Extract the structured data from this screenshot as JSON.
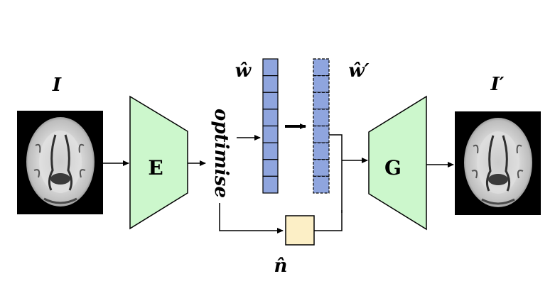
{
  "labels": {
    "input_image": "I",
    "output_image": "I′",
    "latent_w": "ŵ",
    "latent_w_prime": "ŵ′",
    "noise": "n̂",
    "optimise": "optimise"
  },
  "blocks": {
    "encoder": "E",
    "generator": "G"
  },
  "colors": {
    "trapezoid_fill": "#ccf7cc",
    "latent_cell_fill": "#8fa5de",
    "noise_fill": "#fcefc6",
    "stroke": "#000000",
    "image_background": "#000000"
  },
  "latent_vector": {
    "cells": 8
  }
}
